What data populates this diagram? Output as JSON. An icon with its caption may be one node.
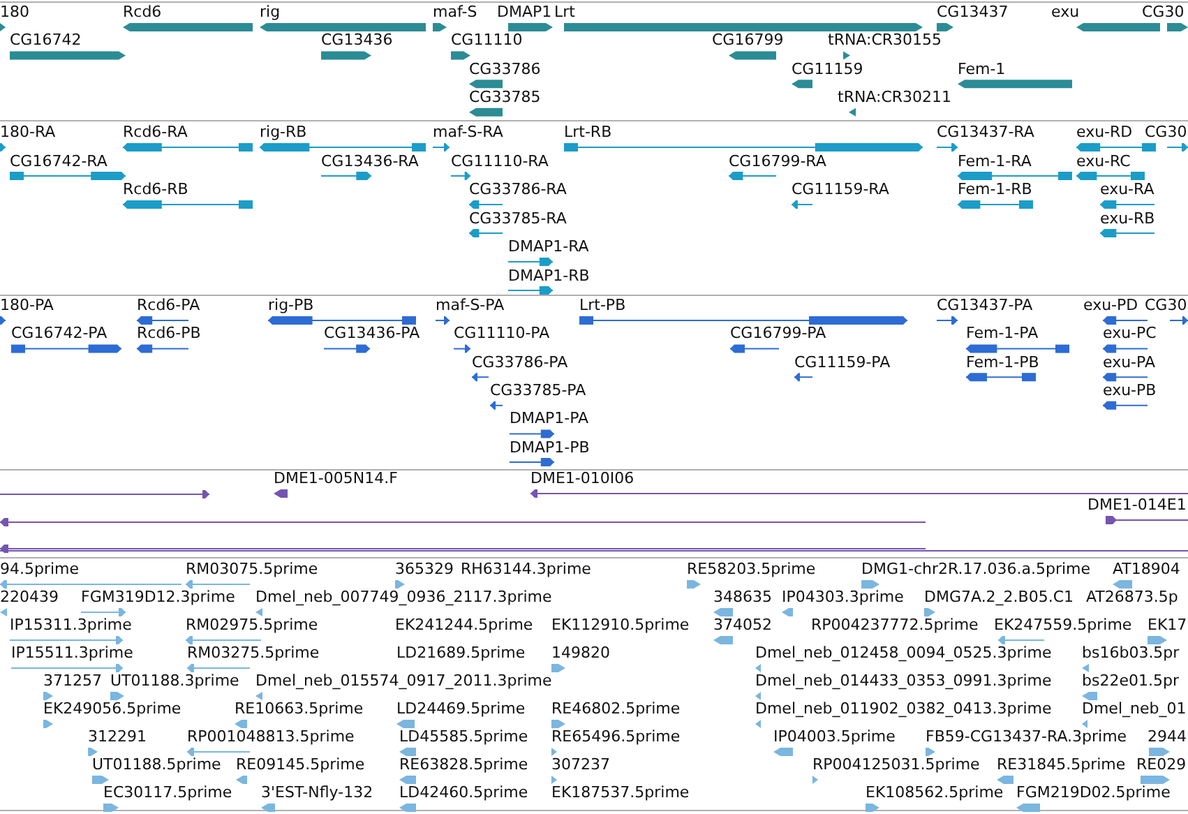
{
  "diagram": {
    "labels": [
      "180",
      "Rcd6",
      "rig",
      "maf-S",
      "DMAP1",
      "Lrt",
      "CG13437",
      "exu",
      "CG30",
      "CG16742",
      "CG13436",
      "CG11110",
      "CG16799",
      "tRNA:CR30155",
      "CG33786",
      "CG11159",
      "Fem-1",
      "CG33785",
      "tRNA:CR30211",
      "180-RA",
      "Rcd6-RA",
      "rig-RB",
      "maf-S-RA",
      "Lrt-RB",
      "CG13437-RA",
      "exu-RD",
      "CG30",
      "CG16742-RA",
      "CG13436-RA",
      "CG11110-RA",
      "CG16799-RA",
      "Fem-1-RA",
      "exu-RC",
      "Rcd6-RB",
      "CG33786-RA",
      "CG11159-RA",
      "Fem-1-RB",
      "exu-RA",
      "CG33785-RA",
      "exu-RB",
      "DMAP1-RA",
      "DMAP1-RB",
      "180-PA",
      "Rcd6-PA",
      "rig-PB",
      "maf-S-PA",
      "Lrt-PB",
      "CG13437-PA",
      "exu-PD",
      "CG30",
      "CG16742-PA",
      "Rcd6-PB",
      "CG13436-PA",
      "CG11110-PA",
      "CG16799-PA",
      "Fem-1-PA",
      "exu-PC",
      "CG33786-PA",
      "CG11159-PA",
      "Fem-1-PB",
      "exu-PA",
      "CG33785-PA",
      "exu-PB",
      "DMAP1-PA",
      "DMAP1-PB",
      "DME1-005N14.F",
      "DME1-010I06",
      "DME1-014E1",
      "94.5prime",
      "RM03075.5prime",
      "365329",
      "RH63144.3prime",
      "RE58203.5prime",
      "DMG1-chr2R.17.036.a.5prime",
      "AT18904",
      "220439",
      "FGM319D12.3prime",
      "Dmel_neb_007749_0936_2117.3prime",
      "348635",
      "IP04303.3prime",
      "DMG7A.2_2.B05.C1",
      "AT26873.5p",
      "IP15311.3prime",
      "RM02975.5prime",
      "EK241244.5prime",
      "EK112910.5prime",
      "374052",
      "RP004237772.5prime",
      "EK247559.5prime",
      "EK17",
      "IP15511.3prime",
      "RM03275.5prime",
      "LD21689.5prime",
      "149820",
      "Dmel_neb_012458_0094_0525.3prime",
      "bs16b03.5pr",
      "371257",
      "UT01188.3prime",
      "Dmel_neb_015574_0917_2011.3prime",
      "Dmel_neb_014433_0353_0991.3prime",
      "bs22e01.5pr",
      "EK249056.5prime",
      "RE10663.5prime",
      "LD24469.5prime",
      "RE46802.5prime",
      "Dmel_neb_011902_0382_0413.3prime",
      "Dmel_neb_01",
      "312291",
      "RP001048813.5prime",
      "LD45585.5prime",
      "RE65496.5prime",
      "IP04003.5prime",
      "FB59-CG13437-RA.3prime",
      "2944",
      "UT01188.5prime",
      "RE09145.5prime",
      "RE63828.5prime",
      "307237",
      "RP004125031.5prime",
      "RE31845.5prime",
      "RE029",
      "EC30117.5prime",
      "3'EST-Nfly-132",
      "LD42460.5prime",
      "EK187537.5prime",
      "EK108562.5prime",
      "FGM219D02.5prime"
    ]
  }
}
